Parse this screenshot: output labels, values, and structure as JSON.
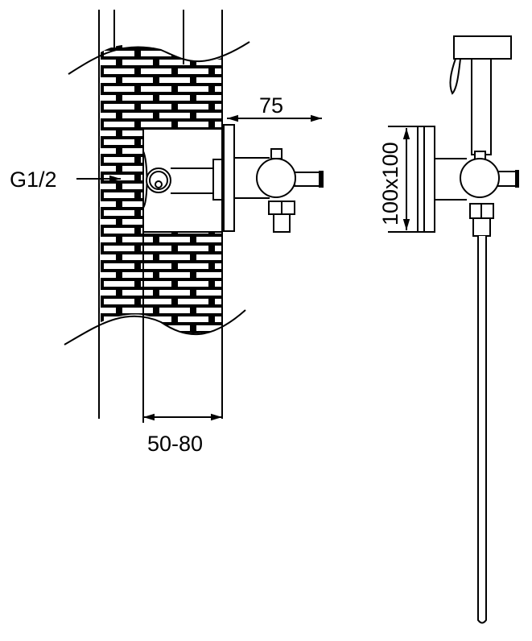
{
  "labels": {
    "depth": "75",
    "thread": "G1/2",
    "wall_range": "50-80",
    "plate_size": "100x100"
  },
  "colors": {
    "line": "#000000",
    "background": "#ffffff"
  }
}
